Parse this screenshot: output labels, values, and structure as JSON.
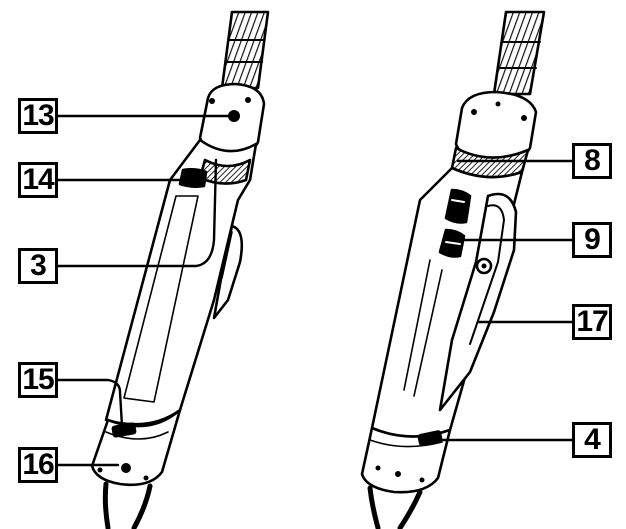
{
  "callouts": {
    "left": [
      "13",
      "14",
      "3",
      "15",
      "16"
    ],
    "right": [
      "8",
      "9",
      "17",
      "4"
    ]
  },
  "colors": {
    "ink": "#000000",
    "paper": "#ffffff",
    "hatch": "#3a3a3a"
  }
}
